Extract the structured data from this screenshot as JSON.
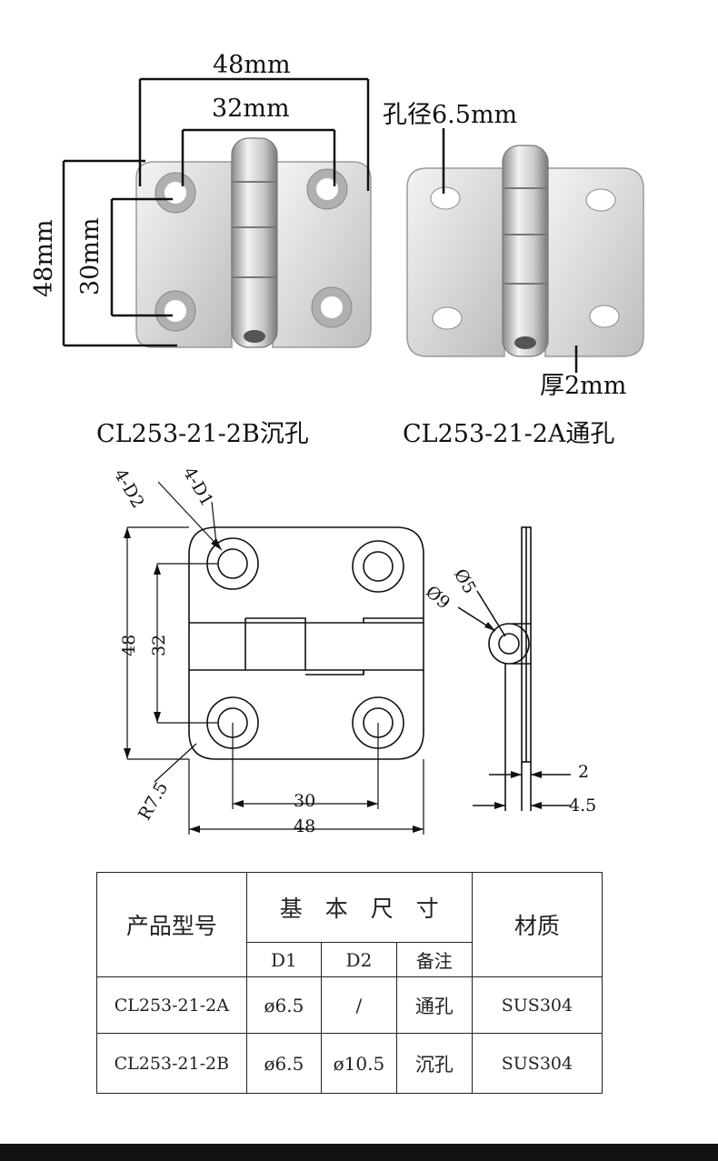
{
  "photo": {
    "dim_overall_width": "48mm",
    "dim_hole_spacing_x": "32mm",
    "dim_overall_height": "48mm",
    "dim_hole_spacing_y": "30mm",
    "hole_diameter": "孔径6.5mm",
    "thickness": "厚2mm",
    "caption_left": "CL253-21-2B沉孔",
    "caption_right": "CL253-21-2A通孔"
  },
  "drawing": {
    "label_4d2": "4-D2",
    "label_4d1": "4-D1",
    "dim_height": "48",
    "dim_spacing_y": "32",
    "dim_spacing_x": "30",
    "dim_width": "48",
    "radius": "R7.5",
    "pin_outer": "Ø9",
    "pin_inner": "Ø5",
    "thickness": "2",
    "knuckle_width": "4.5"
  },
  "spec_table": {
    "header_model": "产品型号",
    "header_dimensions": "基　本　尺　寸",
    "header_material": "材质",
    "sub_d1": "D1",
    "sub_d2": "D2",
    "sub_note": "备注",
    "rows": [
      {
        "model": "CL253-21-2A",
        "d1": "ø6.5",
        "d2": "/",
        "note": "通孔",
        "material": "SUS304"
      },
      {
        "model": "CL253-21-2B",
        "d1": "ø6.5",
        "d2": "ø10.5",
        "note": "沉孔",
        "material": "SUS304"
      }
    ]
  }
}
